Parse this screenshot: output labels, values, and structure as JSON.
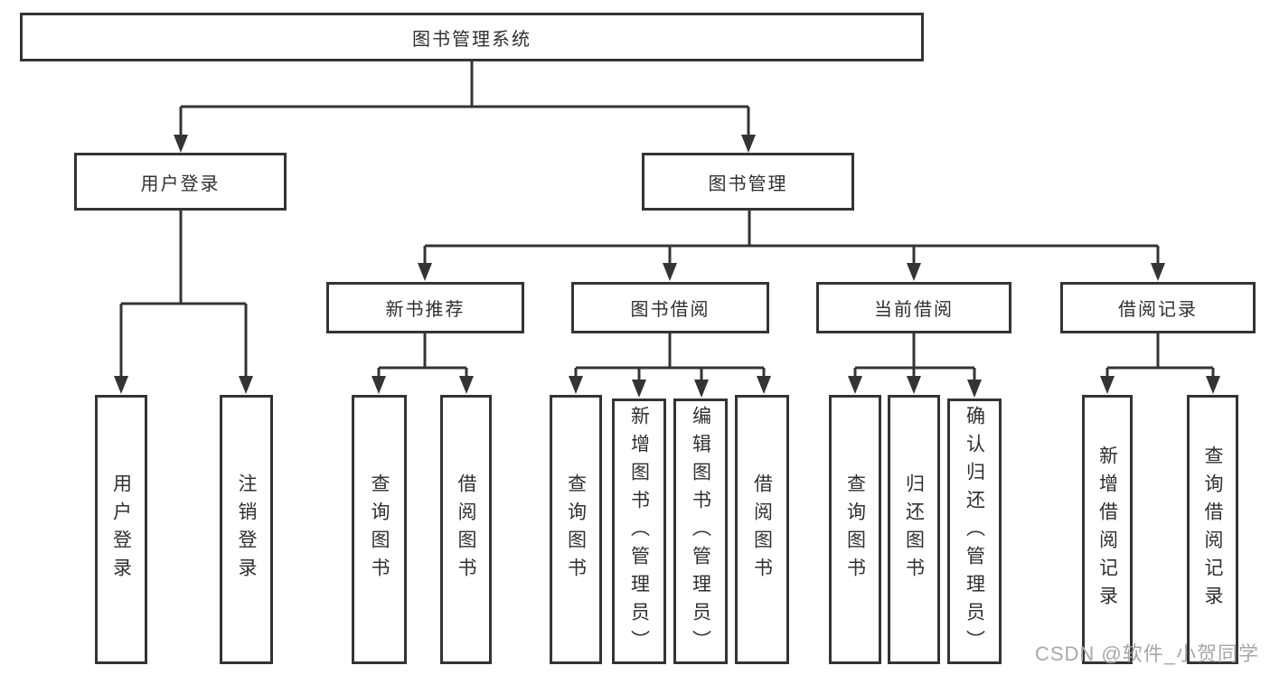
{
  "page": {
    "background": "#ffffff"
  },
  "colors": {
    "line": "#343434",
    "box_border": "#343434",
    "text": "#303030",
    "watermark": "#a8a8a8"
  },
  "diagram": {
    "root": {
      "label": "图书管理系统"
    },
    "level1": [
      {
        "label": "用户登录"
      },
      {
        "label": "图书管理"
      }
    ],
    "level2": [
      {
        "label": "新书推荐"
      },
      {
        "label": "图书借阅"
      },
      {
        "label": "当前借阅"
      },
      {
        "label": "借阅记录"
      }
    ],
    "leaves": {
      "user_login": [
        {
          "label": "用户登录"
        },
        {
          "label": "注销登录"
        }
      ],
      "new_book_rec": [
        {
          "label": "查询图书"
        },
        {
          "label": "借阅图书"
        }
      ],
      "book_borrow": [
        {
          "label": "查询图书"
        },
        {
          "label": "新增图书（管理员）"
        },
        {
          "label": "编辑图书（管理员）"
        },
        {
          "label": "借阅图书"
        }
      ],
      "current_borrow": [
        {
          "label": "查询图书"
        },
        {
          "label": "归还图书"
        },
        {
          "label": "确认归还（管理员）"
        }
      ],
      "borrow_records": [
        {
          "label": "新增借阅记录"
        },
        {
          "label": "查询借阅记录"
        }
      ]
    }
  },
  "watermark": {
    "text": "CSDN @软件_小贺同学"
  }
}
